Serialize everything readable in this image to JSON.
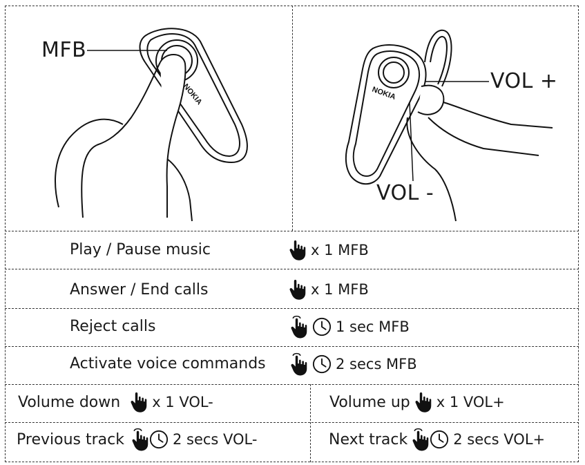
{
  "illustrations": {
    "left_callout": "MFB",
    "right_callout_plus": "VOL +",
    "right_callout_minus": "VOL -",
    "brand_mark": "NOKIA"
  },
  "rows": [
    {
      "action": "Play / Pause music",
      "press": "x 1 MFB",
      "icons": [
        "hand-press-icon"
      ]
    },
    {
      "action": "Answer / End calls",
      "press": "x 1 MFB",
      "icons": [
        "hand-press-icon"
      ]
    },
    {
      "action": "Reject calls",
      "press": "1 sec MFB",
      "icons": [
        "hand-hold-icon",
        "clock-icon"
      ]
    },
    {
      "action": "Activate voice commands",
      "press": "2 secs MFB",
      "icons": [
        "hand-hold-icon",
        "clock-icon"
      ]
    }
  ],
  "split_rows": [
    {
      "left": {
        "action": "Volume down",
        "press": "x 1 VOL-"
      },
      "right": {
        "action": "Volume up",
        "press": "x 1 VOL+"
      }
    },
    {
      "left": {
        "action": "Previous track",
        "press": "2 secs VOL-"
      },
      "right": {
        "action": "Next track",
        "press": "2 secs VOL+"
      }
    }
  ]
}
